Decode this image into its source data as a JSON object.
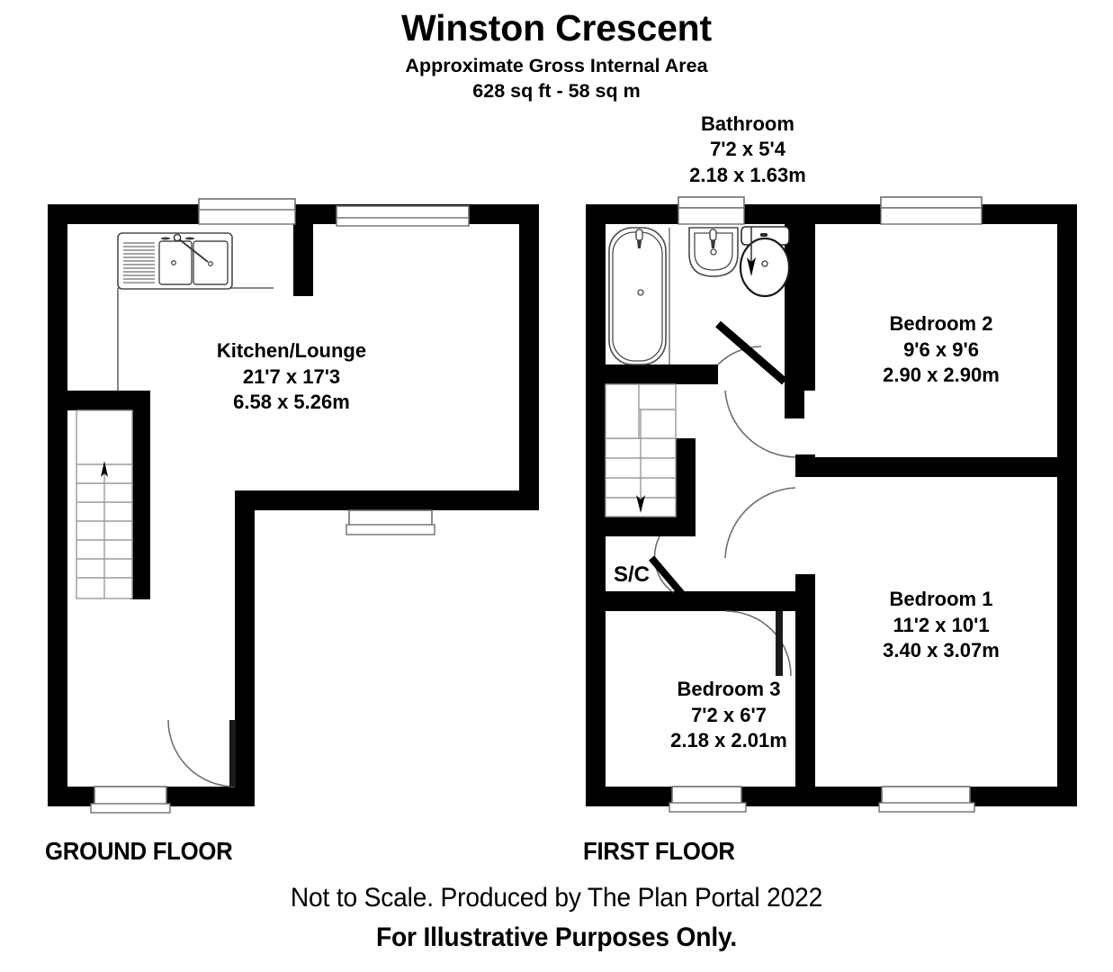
{
  "header": {
    "title": "Winston Crescent",
    "area_line1": "Approximate Gross Internal Area",
    "area_line2": "628 sq ft - 58 sq m"
  },
  "bathroom_caption": {
    "name": "Bathroom",
    "imperial": "7'2 x 5'4",
    "metric": "2.18 x 1.63m"
  },
  "rooms": {
    "kitchen_lounge": {
      "name": "Kitchen/Lounge",
      "imperial": "21'7 x 17'3",
      "metric": "6.58 x 5.26m"
    },
    "bedroom2": {
      "name": "Bedroom 2",
      "imperial": "9'6 x 9'6",
      "metric": "2.90 x 2.90m"
    },
    "bedroom1": {
      "name": "Bedroom 1",
      "imperial": "11'2 x 10'1",
      "metric": "3.40 x 3.07m"
    },
    "bedroom3": {
      "name": "Bedroom 3",
      "imperial": "7'2 x 6'7",
      "metric": "2.18 x 2.01m"
    },
    "storage_cupboard": {
      "label": "S/C"
    }
  },
  "floor_captions": {
    "ground": "GROUND FLOOR",
    "first": "FIRST FLOOR"
  },
  "footer": {
    "line1": "Not to Scale. Produced by The Plan Portal 2022",
    "line2": "For Illustrative Purposes Only."
  },
  "fixtures": {
    "sink": "kitchen-sink-unit",
    "bath": "bathtub",
    "wash_basin": "wash-basin",
    "toilet": "toilet-wc",
    "stairs_ground": "staircase-up",
    "stairs_first": "staircase-down"
  },
  "colors": {
    "wall": "#000000",
    "background": "#ffffff",
    "fixture_outline": "#1a1a1a",
    "window_outline": "#808080"
  }
}
